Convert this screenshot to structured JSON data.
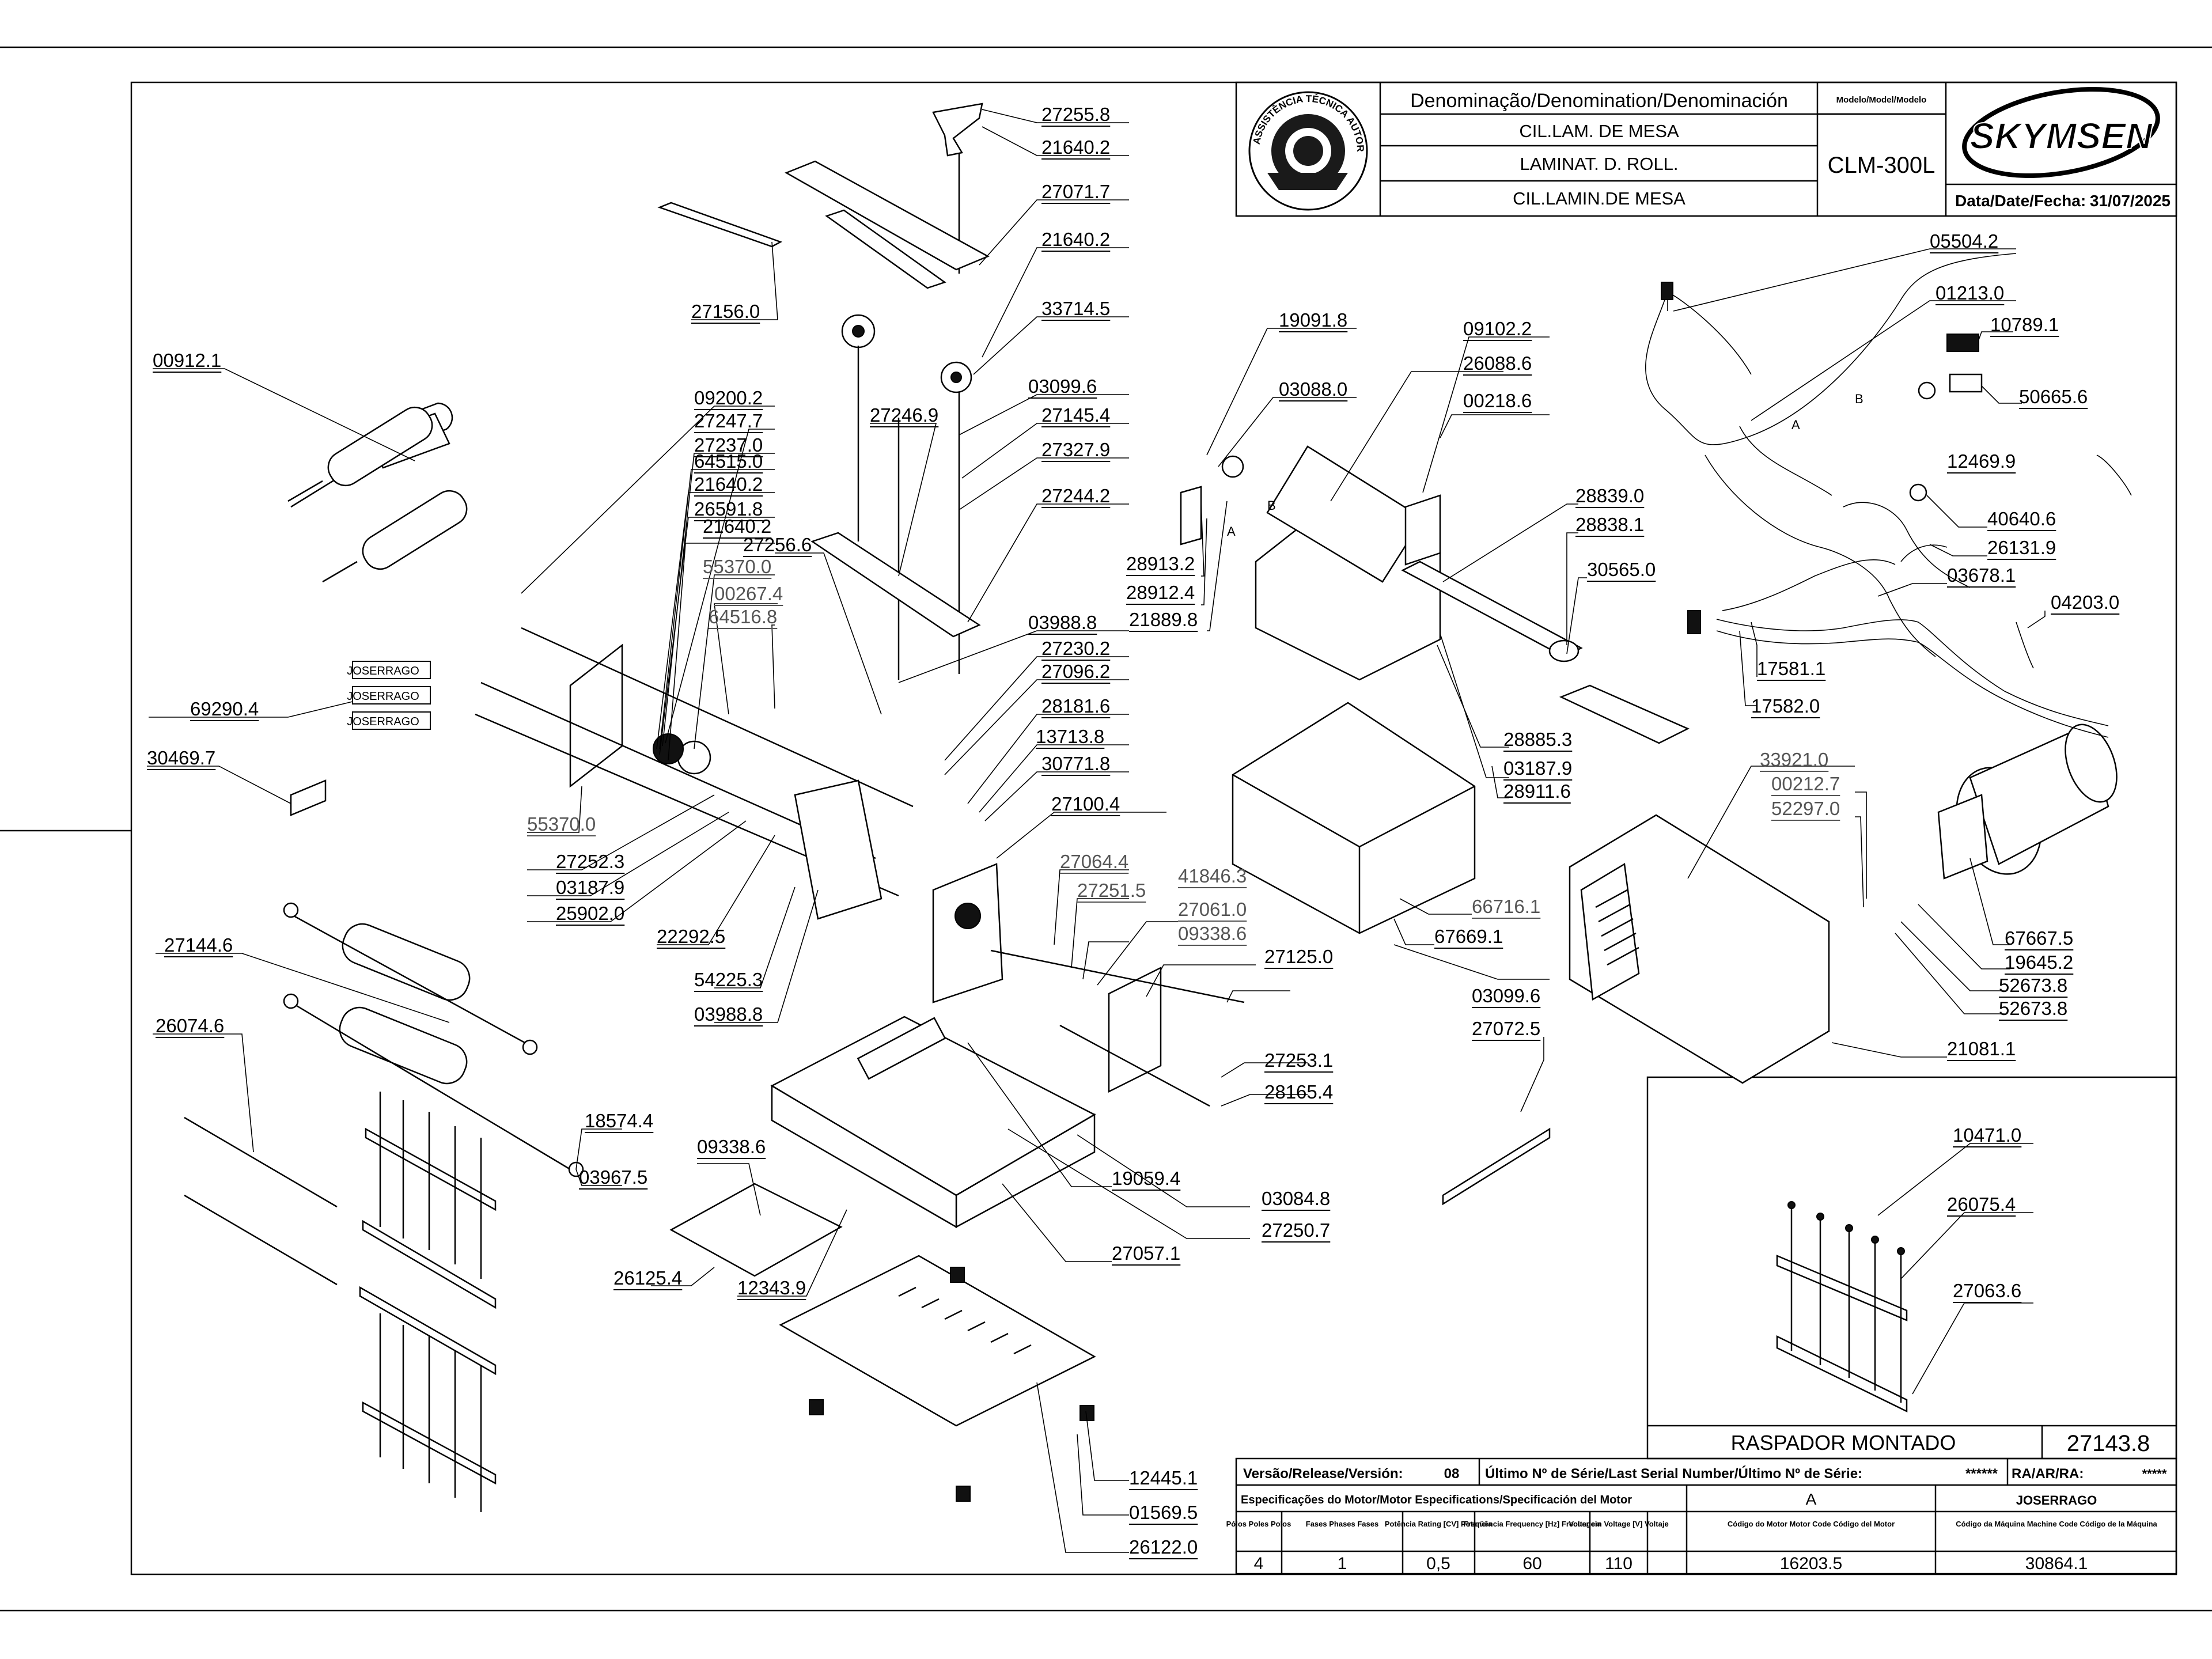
{
  "header": {
    "denomination_label": "Denominação/Denomination/Denominación",
    "model_label": "Modelo/Model/Modelo",
    "name_pt": "CIL.LAM. DE MESA",
    "name_en": "LAMINAT. D. ROLL.",
    "name_es": "CIL.LAMIN.DE MESA",
    "model": "CLM-300L",
    "brand": "SKYMSEN",
    "date_label": "Data/Date/Fecha:",
    "date": "31/07/2025",
    "stamp_text": "ASSISTÊNCIA TÉCNICA AUTORIZADA"
  },
  "parts": [
    {
      "id": "p1",
      "text": "27255.8"
    },
    {
      "id": "p2",
      "text": "21640.2"
    },
    {
      "id": "p3",
      "text": "27071.7"
    },
    {
      "id": "p4",
      "text": "21640.2"
    },
    {
      "id": "p5",
      "text": "33714.5"
    },
    {
      "id": "p6",
      "text": "03099.6"
    },
    {
      "id": "p7",
      "text": "27145.4"
    },
    {
      "id": "p8",
      "text": "27327.9"
    },
    {
      "id": "p9",
      "text": "27244.2"
    },
    {
      "id": "p10",
      "text": "27156.0"
    },
    {
      "id": "p11",
      "text": "00912.1"
    },
    {
      "id": "p12",
      "text": "09200.2"
    },
    {
      "id": "p13",
      "text": "27247.7"
    },
    {
      "id": "p14",
      "text": "27237.0"
    },
    {
      "id": "p15",
      "text": "64515.0"
    },
    {
      "id": "p16",
      "text": "21640.2"
    },
    {
      "id": "p17",
      "text": "26591.8"
    },
    {
      "id": "p18",
      "text": "21640.2"
    },
    {
      "id": "p19",
      "text": "27256.6"
    },
    {
      "id": "p20",
      "text": "55370.0"
    },
    {
      "id": "p21",
      "text": "00267.4"
    },
    {
      "id": "p22",
      "text": "64516.8"
    },
    {
      "id": "p23",
      "text": "27246.9"
    },
    {
      "id": "p24",
      "text": "03988.8"
    },
    {
      "id": "p25",
      "text": "27230.2"
    },
    {
      "id": "p26",
      "text": "27096.2"
    },
    {
      "id": "p27",
      "text": "28181.6"
    },
    {
      "id": "p28",
      "text": "13713.8"
    },
    {
      "id": "p29",
      "text": "30771.8"
    },
    {
      "id": "p30",
      "text": "27100.4"
    },
    {
      "id": "p31",
      "text": "27064.4"
    },
    {
      "id": "p32",
      "text": "27251.5"
    },
    {
      "id": "p33",
      "text": "41846.3"
    },
    {
      "id": "p34",
      "text": "27061.0"
    },
    {
      "id": "p35",
      "text": "09338.6"
    },
    {
      "id": "p36",
      "text": "27125.0"
    },
    {
      "id": "p37",
      "text": "69290.4"
    },
    {
      "id": "p38",
      "text": "30469.7"
    },
    {
      "id": "p39",
      "text": "55370.0"
    },
    {
      "id": "p40",
      "text": "27252.3"
    },
    {
      "id": "p41",
      "text": "03187.9"
    },
    {
      "id": "p42",
      "text": "25902.0"
    },
    {
      "id": "p43",
      "text": "22292.5"
    },
    {
      "id": "p44",
      "text": "54225.3"
    },
    {
      "id": "p45",
      "text": "03988.8"
    },
    {
      "id": "p46",
      "text": "27144.6"
    },
    {
      "id": "p47",
      "text": "26074.6"
    },
    {
      "id": "p48",
      "text": "18574.4"
    },
    {
      "id": "p49",
      "text": "03967.5"
    },
    {
      "id": "p50",
      "text": "09338.6"
    },
    {
      "id": "p51",
      "text": "26125.4"
    },
    {
      "id": "p52",
      "text": "12343.9"
    },
    {
      "id": "p53",
      "text": "27057.1"
    },
    {
      "id": "p54",
      "text": "19059.4"
    },
    {
      "id": "p55",
      "text": "03084.8"
    },
    {
      "id": "p56",
      "text": "27250.7"
    },
    {
      "id": "p57",
      "text": "27253.1"
    },
    {
      "id": "p58",
      "text": "28165.4"
    },
    {
      "id": "p59",
      "text": "12445.1"
    },
    {
      "id": "p60",
      "text": "01569.5"
    },
    {
      "id": "p61",
      "text": "26122.0"
    },
    {
      "id": "p62",
      "text": "19091.8"
    },
    {
      "id": "p63",
      "text": "03088.0"
    },
    {
      "id": "p64",
      "text": "26088.6"
    },
    {
      "id": "p65",
      "text": "09102.2"
    },
    {
      "id": "p66",
      "text": "00218.6"
    },
    {
      "id": "p67",
      "text": "28913.2"
    },
    {
      "id": "p68",
      "text": "28912.4"
    },
    {
      "id": "p69",
      "text": "21889.8"
    },
    {
      "id": "p70",
      "text": "28839.0"
    },
    {
      "id": "p71",
      "text": "28838.1"
    },
    {
      "id": "p72",
      "text": "30565.0"
    },
    {
      "id": "p73",
      "text": "28885.3"
    },
    {
      "id": "p74",
      "text": "03187.9"
    },
    {
      "id": "p75",
      "text": "28911.6"
    },
    {
      "id": "p76",
      "text": "66716.1"
    },
    {
      "id": "p77",
      "text": "67669.1"
    },
    {
      "id": "p78",
      "text": "03099.6"
    },
    {
      "id": "p79",
      "text": "27072.5"
    },
    {
      "id": "p80",
      "text": "05504.2"
    },
    {
      "id": "p81",
      "text": "01213.0"
    },
    {
      "id": "p82",
      "text": "10789.1"
    },
    {
      "id": "p83",
      "text": "50665.6"
    },
    {
      "id": "p84",
      "text": "12469.9"
    },
    {
      "id": "p85",
      "text": "40640.6"
    },
    {
      "id": "p86",
      "text": "26131.9"
    },
    {
      "id": "p87",
      "text": "03678.1"
    },
    {
      "id": "p88",
      "text": "04203.0"
    },
    {
      "id": "p89",
      "text": "17581.1"
    },
    {
      "id": "p90",
      "text": "17582.0"
    },
    {
      "id": "p91",
      "text": "33921.0"
    },
    {
      "id": "p92",
      "text": "00212.7"
    },
    {
      "id": "p93",
      "text": "52297.0"
    },
    {
      "id": "p94",
      "text": "67667.5"
    },
    {
      "id": "p95",
      "text": "19645.2"
    },
    {
      "id": "p96",
      "text": "52673.8"
    },
    {
      "id": "p97",
      "text": "52673.8"
    },
    {
      "id": "p98",
      "text": "21081.1"
    },
    {
      "id": "p99",
      "text": "10471.0"
    },
    {
      "id": "p100",
      "text": "26075.4"
    },
    {
      "id": "p101",
      "text": "27063.6"
    }
  ],
  "decals": [
    "JOSERRAGO",
    "JOSERRAGO",
    "JOSERRAGO"
  ],
  "wire_marks": {
    "a1": "A",
    "b1": "B",
    "a2": "A",
    "b2": "B"
  },
  "inset": {
    "title": "RASPADOR MONTADO",
    "code": "27143.8"
  },
  "footer": {
    "version_label": "Versão/Release/Versión:",
    "version": "08",
    "last_serial_label": "Último Nº de Série/Last Serial Number/Último Nº de Série:",
    "last_serial": "******",
    "ra_label": "RA/AR/RA:",
    "ra": "*****",
    "motor_spec_label": "Especificações do Motor/Motor Especifications/Specificación del Motor",
    "col_a_header": "A",
    "col_j_header": "JOSERRAGO",
    "poles_label": "Pólos Poles Polos",
    "phases_label": "Fases Phases Fases",
    "power_label": "Potência Rating [CV] Potencia",
    "freq_label": "Freqüência Frequency [Hz] Frecuencia",
    "voltage_label": "Voltagem Voltage [V] Voltaje",
    "motor_code_label": "Código do Motor Motor Code Código del Motor",
    "machine_code_label": "Código da Máquina Machine Code Código de la Máquina",
    "poles": "4",
    "phases": "1",
    "power": "0,5",
    "freq": "60",
    "voltage": "110",
    "motor_code": "16203.5",
    "machine_code": "30864.1"
  }
}
